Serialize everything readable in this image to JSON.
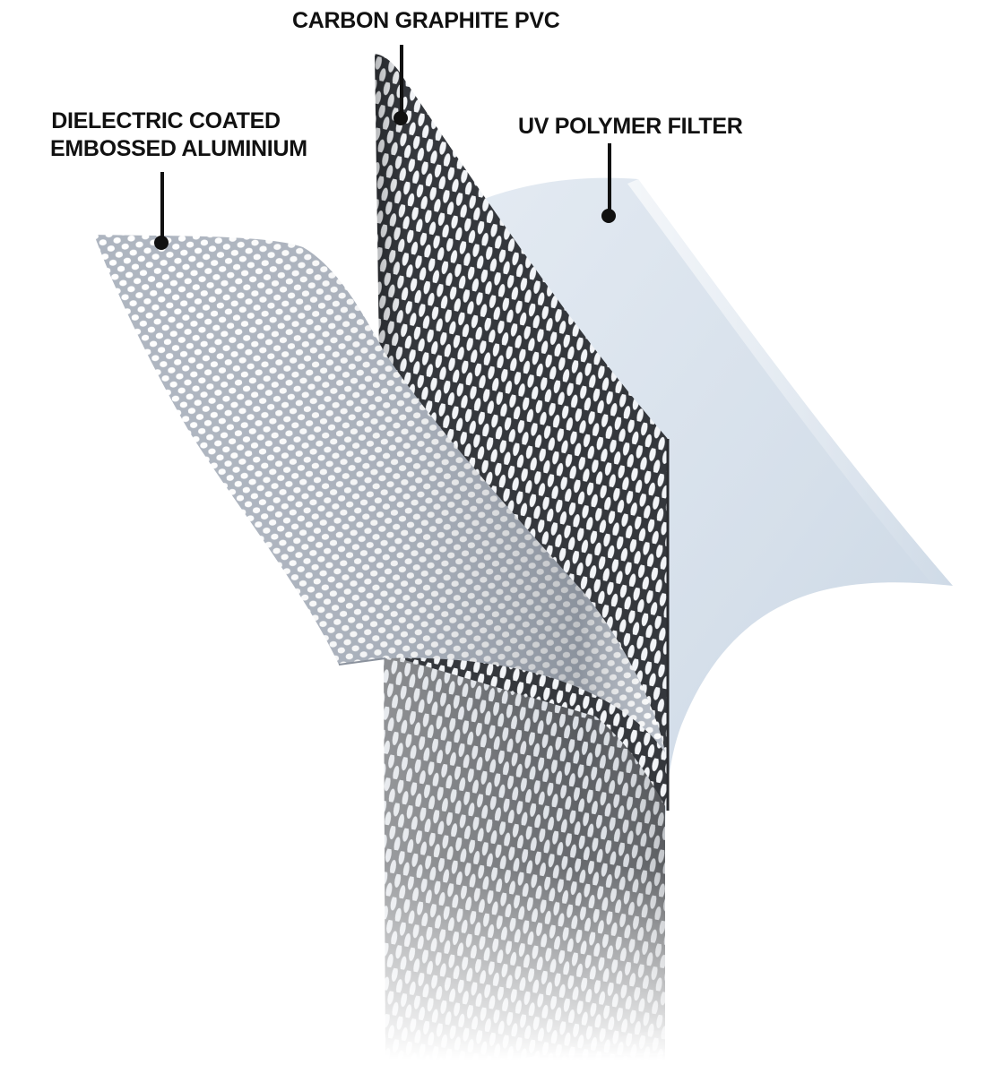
{
  "labels": {
    "carbon_graphite_pvc": "CARBON GRAPHITE PVC",
    "dielectric_line1": "DIELECTRIC COATED",
    "dielectric_line2": "EMBOSSED ALUMINIUM",
    "uv_polymer_filter": "UV POLYMER FILTER"
  },
  "colors": {
    "background": "#ffffff",
    "label_text": "#111111",
    "leader_line": "#111111",
    "uv_film": "#dbe4ee",
    "carbon_sheet": "#3c3f44",
    "aluminium_sheet": "#b9bfc9",
    "perforation_light": "#ffffff"
  }
}
